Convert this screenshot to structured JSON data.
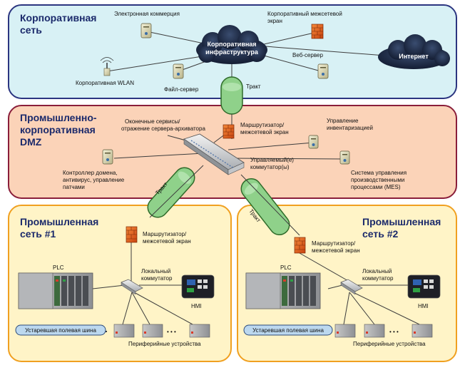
{
  "zones": {
    "corporate": {
      "title_l1": "Корпоративная",
      "title_l2": "сеть",
      "color": "#d8f1f5",
      "stroke": "#2b3580"
    },
    "dmz": {
      "title_l1": "Промышленно-",
      "title_l2": "корпоративная",
      "title_l3": "DMZ",
      "color": "#fbd3b8",
      "stroke": "#8a1e3a"
    },
    "industrial1": {
      "title_l1": "Промышленная",
      "title_l2": "сеть #1",
      "color": "#fff4c7",
      "stroke": "#f0a020"
    },
    "industrial2": {
      "title_l1": "Промышленная",
      "title_l2": "сеть #2",
      "color": "#fff4c7",
      "stroke": "#f0a020"
    }
  },
  "corporate": {
    "ecommerce": "Электронная коммерция",
    "firewall": "Корпоративный межсетевой",
    "firewall_l2": "экран",
    "cloud_l1": "Корпоративная",
    "cloud_l2": "инфраструктура",
    "internet": "Интернет",
    "wlan": "Корпоративная WLAN",
    "fileserver": "Файл-сервер",
    "webserver": "Веб-сервер"
  },
  "trakt_label": "Тракт",
  "dmz": {
    "endpoints_l1": "Оконечные сервисы/",
    "endpoints_l2": "отражение сервера-архиватора",
    "router_l1": "Маршрутизатор/",
    "router_l2": "межсетевой экран",
    "inventory_l1": "Управление",
    "inventory_l2": "инвентаризацией",
    "domain_l1": "Контроллер домена,",
    "domain_l2": "антивирус, управление",
    "domain_l3": "патчами",
    "switch_l1": "Управляемый(е)",
    "switch_l2": "коммутатор(ы)",
    "mes_l1": "Система управления",
    "mes_l2": "производственными",
    "mes_l3": "процессами (MES)"
  },
  "industrial": {
    "router_l1": "Маршрутизатор/",
    "router_l2": "межсетевой экран",
    "plc": "PLC",
    "switch_l1": "Локальный",
    "switch_l2": "коммутатор",
    "hmi": "HMI",
    "bus": "Устаревшая полевая шина",
    "peripherals": "Периферийные устройства",
    "dots": "• • •"
  },
  "colors": {
    "trakt_fill": "#8fd18a",
    "trakt_stroke": "#2f6b2a",
    "firewall": "#e05a1a",
    "cloud": "#1d2a44"
  }
}
